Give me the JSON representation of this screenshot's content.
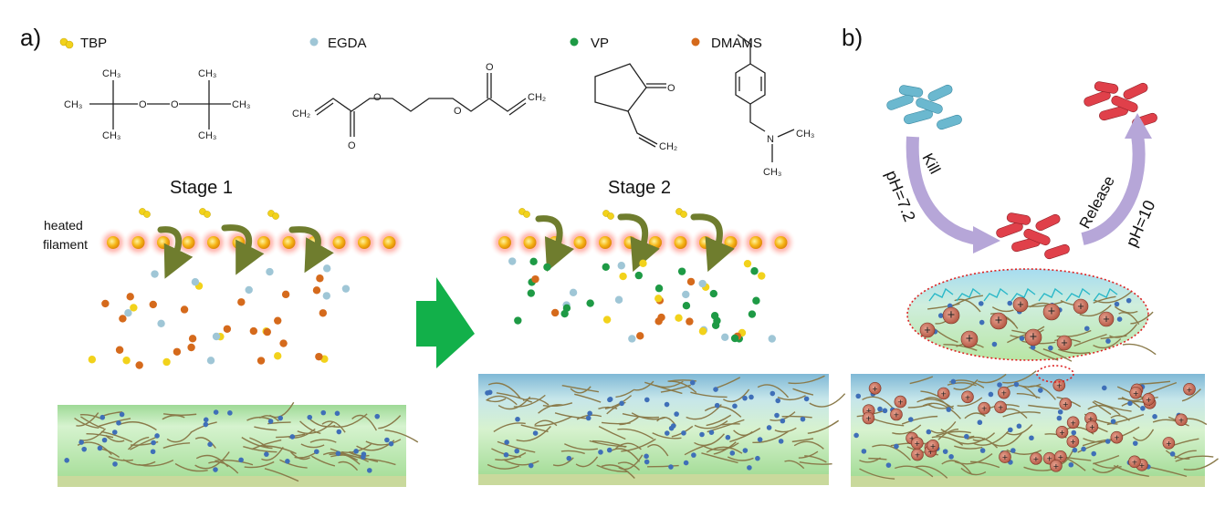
{
  "panels": {
    "a": {
      "label": "a)"
    },
    "b": {
      "label": "b)"
    }
  },
  "legend": [
    {
      "key": "tbp",
      "label": "TBP",
      "color": "#f2d21b"
    },
    {
      "key": "egda",
      "label": "EGDA",
      "color": "#9fc6d6"
    },
    {
      "key": "vp",
      "label": "VP",
      "color": "#1e9a45"
    },
    {
      "key": "dmams",
      "label": "DMAMS",
      "color": "#d56a1c"
    }
  ],
  "chem": {
    "ch3": "CH₃",
    "ch2": "CH₂",
    "o": "O"
  },
  "stage1": {
    "title": "Stage 1"
  },
  "stage2": {
    "title": "Stage 2"
  },
  "filament": {
    "line1": "heated",
    "line2": "filament"
  },
  "cycle": {
    "kill": "Kill",
    "release": "Release",
    "ph_kill": "pH=7.2",
    "ph_release": "pH=10"
  },
  "charge_symbol": "+",
  "colors": {
    "arrow_green": "#12b04a",
    "cycle_arrow": "#b6a6d8",
    "bacteria_blue": "#6bb8cf",
    "bacteria_red": "#e0404a",
    "film_green": "#bde8b0",
    "film_blue": "#a8d8ec",
    "cationic_center": "#c96a55"
  }
}
